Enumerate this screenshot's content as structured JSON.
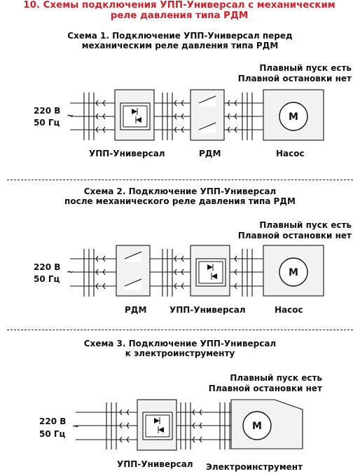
{
  "title_line1": "10. Схемы подключения УПП-Универсал с механическим",
  "title_line2": "реле давления типа РДМ",
  "schemes": [
    {
      "heading_line1": "Схема 1. Подключение УПП-Универсал перед",
      "heading_line2": "механическим реле давления типа РДМ",
      "note_line1": "Плавный пуск есть",
      "note_line2": "Плавной остановки нет",
      "supply_voltage": "220 В",
      "supply_freq": "50 Гц",
      "supply_symbol": "~",
      "labels": [
        "УПП-Универсал",
        "РДМ",
        "Насос"
      ],
      "motor": "M"
    },
    {
      "heading_line1": "Схема 2. Подключение УПП-Универсал",
      "heading_line2": "после механического реле давления типа РДМ",
      "note_line1": "Плавный пуск есть",
      "note_line2": "Плавной остановки нет",
      "supply_voltage": "220 В",
      "supply_freq": "50 Гц",
      "supply_symbol": "~",
      "labels": [
        "РДМ",
        "УПП-Универсал",
        "Насос"
      ],
      "motor": "M"
    },
    {
      "heading_line1": "Схема 3. Подключение УПП-Универсал",
      "heading_line2": "к электроинструменту",
      "note_line1": "Плавный пуск есть",
      "note_line2": "Плавной остановки нет",
      "supply_voltage": "220 В",
      "supply_freq": "50 Гц",
      "supply_symbol": "~",
      "labels": [
        "УПП-Универсал",
        "Электроинструмент"
      ],
      "motor": "M"
    }
  ],
  "colors": {
    "title": "#d4202a",
    "ink": "#111111",
    "panel": "#f2f2f2"
  }
}
